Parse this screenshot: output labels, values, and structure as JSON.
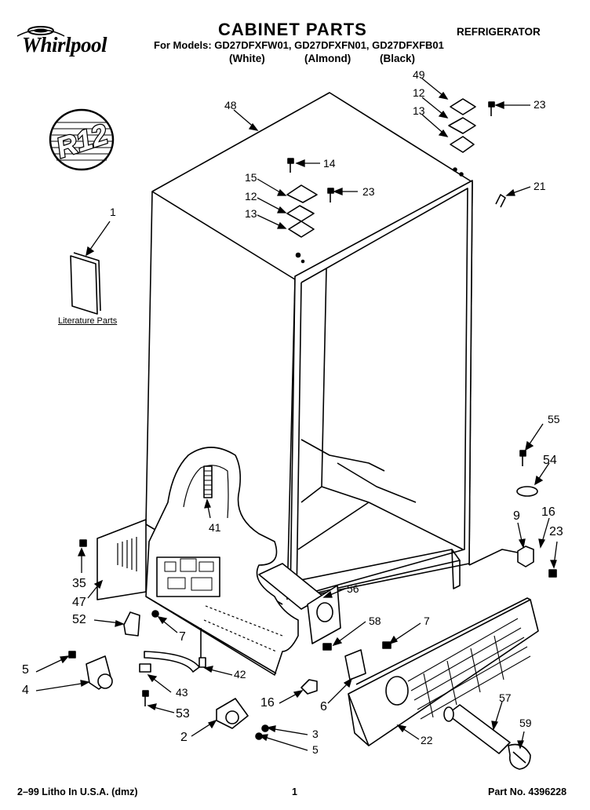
{
  "brand": {
    "name": "Whirlpool",
    "badge": "R12"
  },
  "header": {
    "title": "CABINET PARTS",
    "category": "REFRIGERATOR",
    "models_line": "For Models: GD27DFXFW01, GD27DFXFN01, GD27DFXFB01",
    "colors": [
      "(White)",
      "(Almond)",
      "(Black)"
    ]
  },
  "literature_label": "Literature Parts",
  "callouts": [
    "49",
    "12",
    "13",
    "23",
    "48",
    "14",
    "15",
    "12",
    "23",
    "13",
    "21",
    "1",
    "55",
    "54",
    "9",
    "16",
    "23",
    "41",
    "56",
    "35",
    "47",
    "52",
    "7",
    "58",
    "7",
    "5",
    "42",
    "4",
    "43",
    "16",
    "6",
    "53",
    "57",
    "22",
    "59",
    "2",
    "3",
    "5"
  ],
  "footer": {
    "left": "2–99 Litho In U.S.A. (dmz)",
    "center": "1",
    "right": "Part No. 4396228"
  },
  "colors_used": {
    "ink": "#000000",
    "paper": "#ffffff"
  }
}
